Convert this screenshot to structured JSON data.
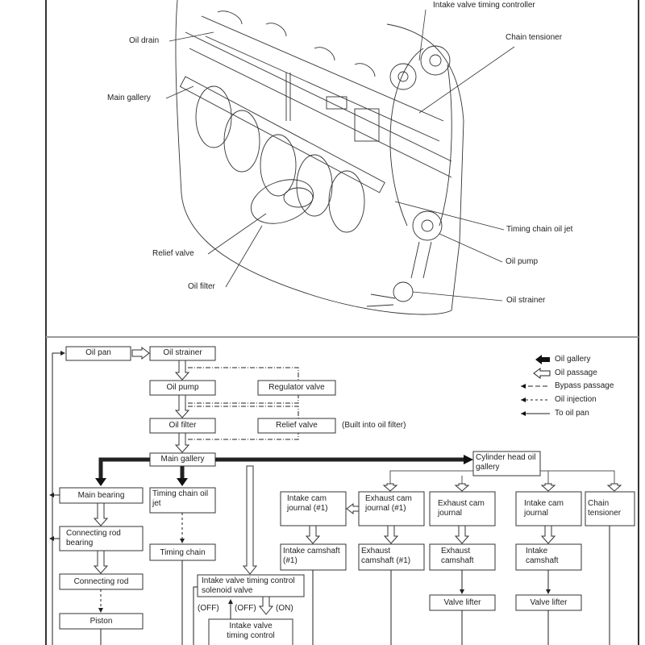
{
  "illustration": {
    "callouts": {
      "intake_valve_timing_controller": "Intake valve timing controller",
      "chain_tensioner": "Chain tensioner",
      "oil_drain": "Oil drain",
      "main_gallery": "Main gallery",
      "timing_chain_oil_jet": "Timing chain oil jet",
      "relief_valve": "Relief valve",
      "oil_pump": "Oil pump",
      "oil_filter": "Oil filter",
      "oil_strainer": "Oil strainer"
    }
  },
  "flowchart": {
    "nodes": {
      "oil_pan": "Oil pan",
      "oil_strainer": "Oil strainer",
      "oil_pump": "Oil pump",
      "regulator_valve": "Regulator valve",
      "oil_filter": "Oil filter",
      "relief_valve": "Relief valve",
      "relief_note": "(Built into oil filter)",
      "main_gallery": "Main gallery",
      "cylinder_head_oil_gallery": "Cylinder head oil gallery",
      "main_bearing": "Main bearing",
      "timing_chain_oil_jet": "Timing chain oil jet",
      "connecting_rod_bearing": "Connecting rod bearing",
      "timing_chain": "Timing chain",
      "connecting_rod": "Connecting rod",
      "piston": "Piston",
      "intake_cam_journal_1": "Intake cam journal (#1)",
      "exhaust_cam_journal_1": "Exhaust cam journal (#1)",
      "exhaust_cam_journal": "Exhaust cam journal",
      "intake_cam_journal": "Intake cam journal",
      "chain_tensioner": "Chain tensioner",
      "intake_camshaft_1": "Intake camshaft (#1)",
      "exhaust_camshaft_1": "Exhaust camshaft (#1)",
      "exhaust_camshaft": "Exhaust camshaft",
      "intake_camshaft": "Intake camshaft",
      "valve_lifter_a": "Valve lifter",
      "valve_lifter_b": "Valve lifter",
      "ivtc_solenoid_valve": "Intake valve timing control solenoid valve",
      "ivtc": "Intake valve timing control",
      "state_off_1": "(OFF)",
      "state_off_2": "(OFF)",
      "state_on": "(ON)"
    },
    "legend": {
      "oil_gallery": "Oil gallery",
      "oil_passage": "Oil passage",
      "bypass_passage": "Bypass passage",
      "oil_injection": "Oil injection",
      "to_oil_pan": "To oil pan"
    }
  }
}
